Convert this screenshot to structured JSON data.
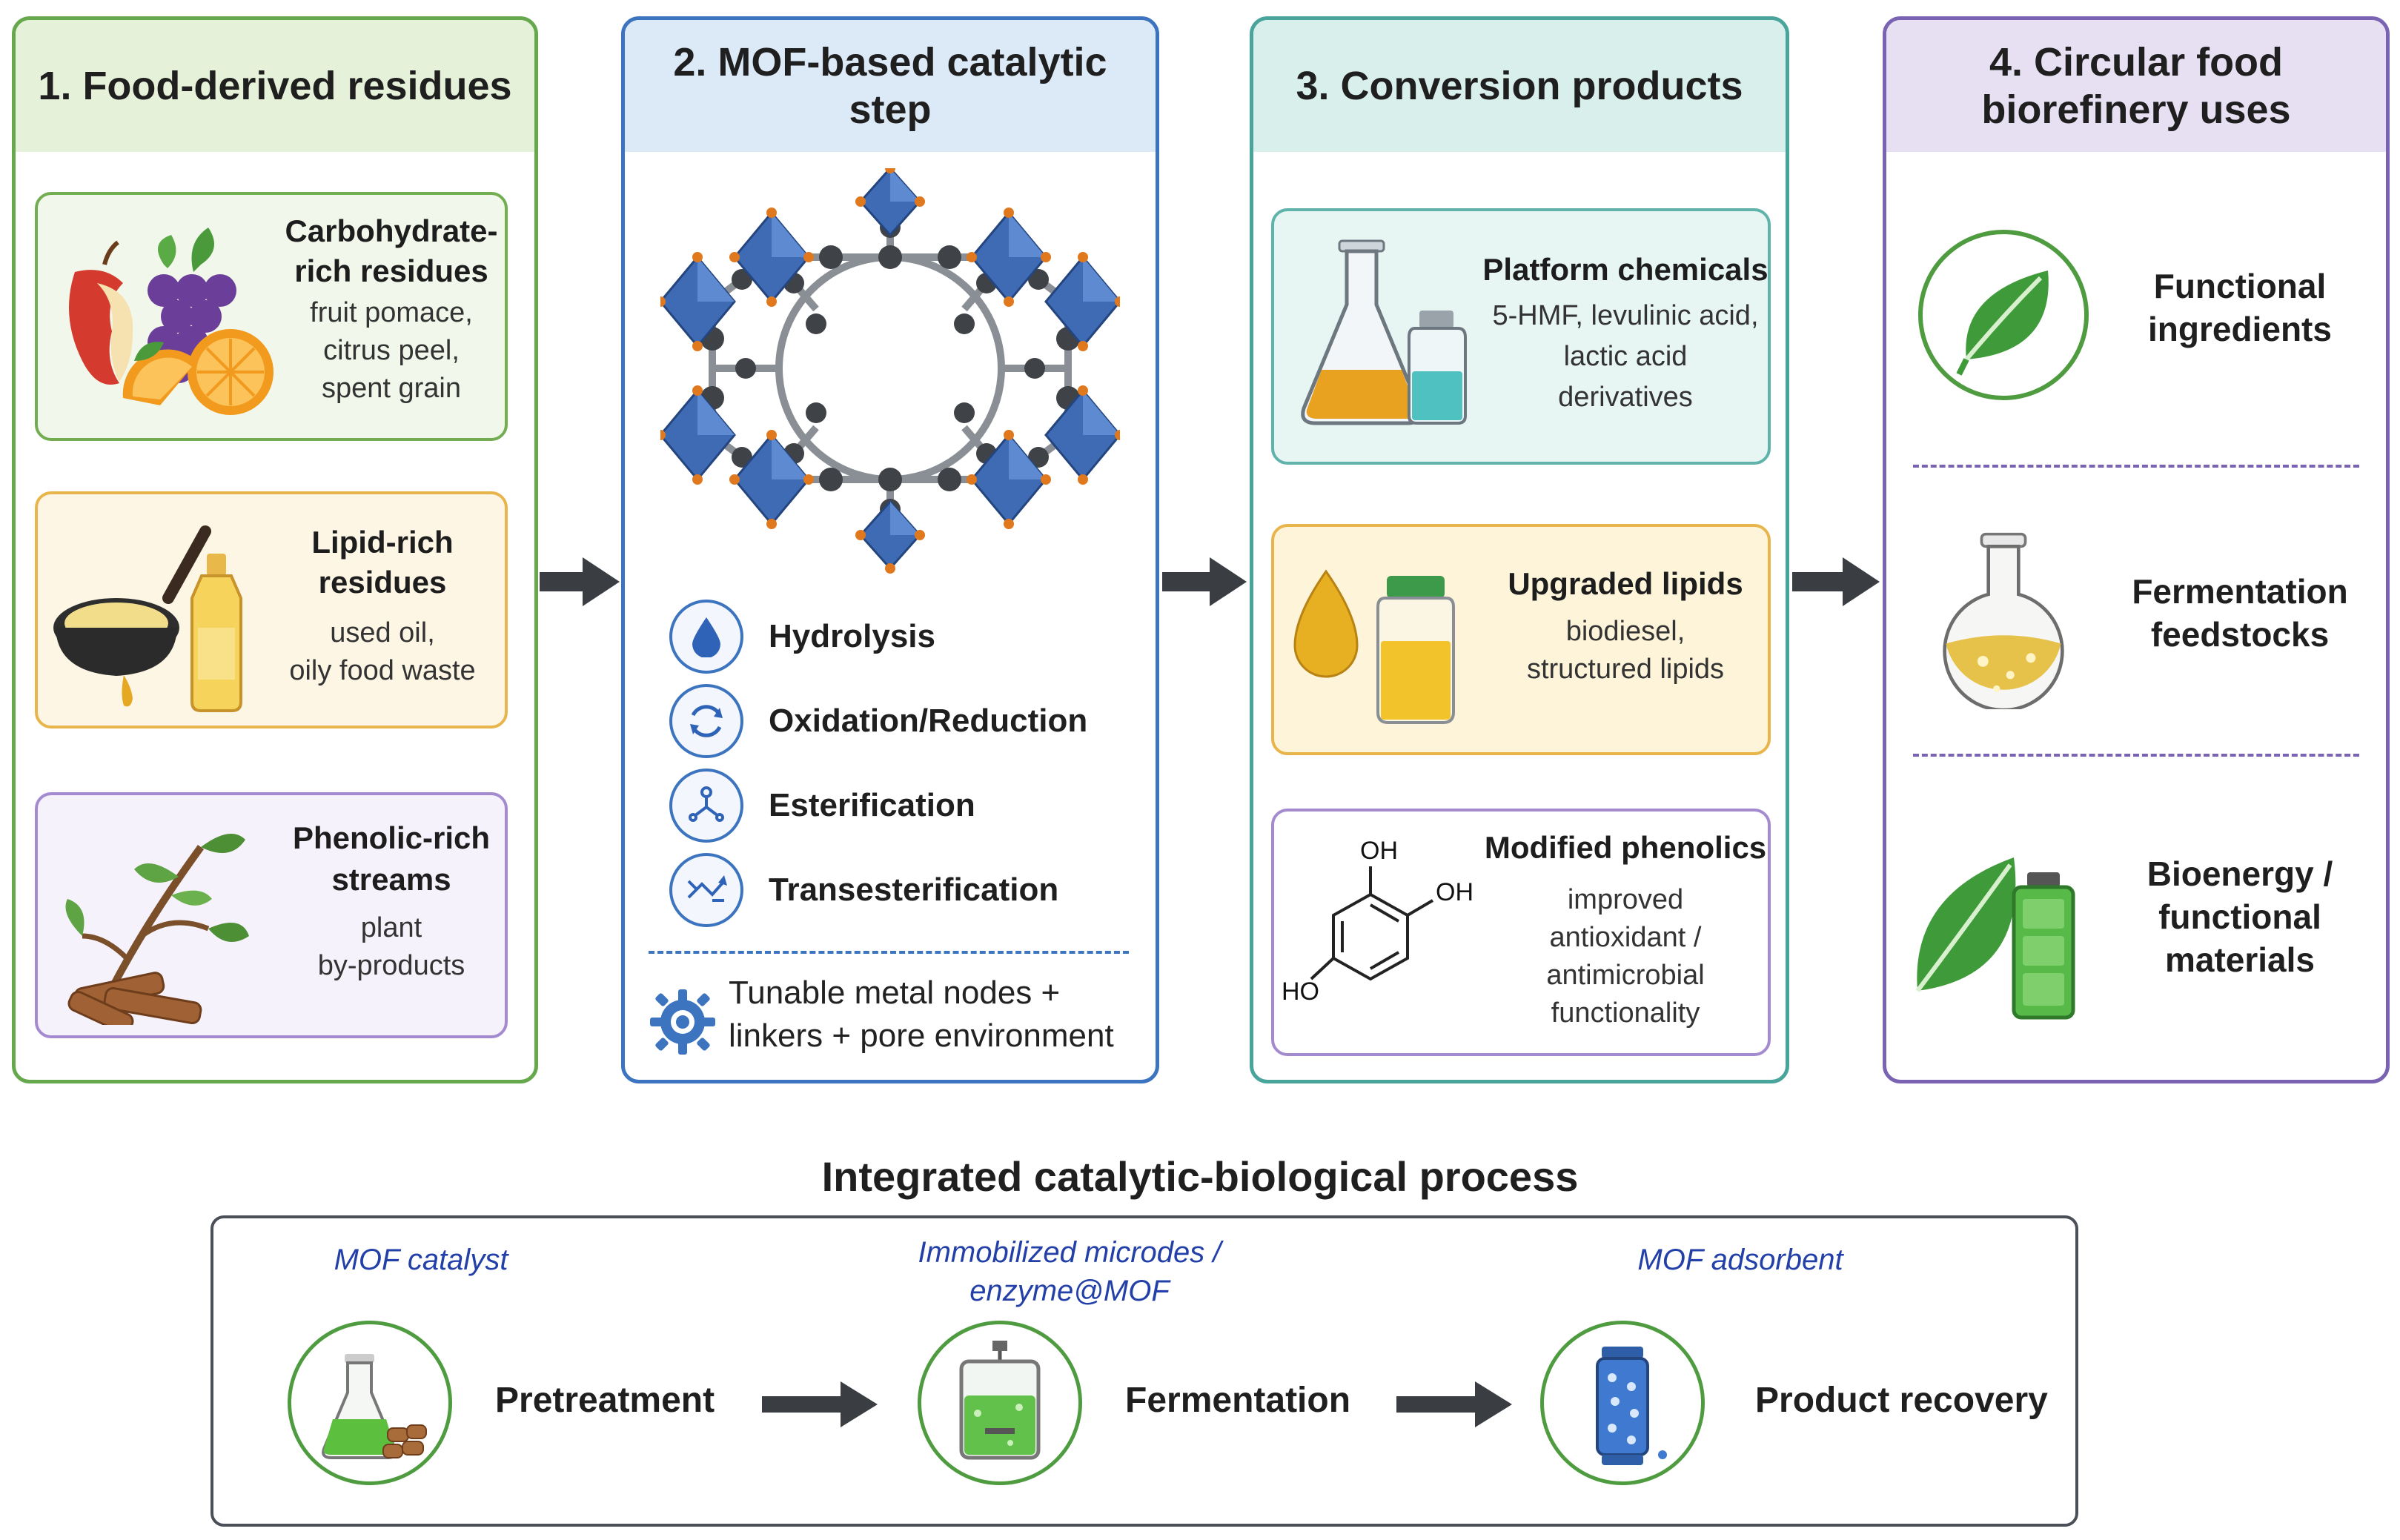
{
  "columns": {
    "c1": {
      "title": "1. Food-derived residues",
      "cards": [
        {
          "title": "Carbohydrate-rich residues",
          "subtitle": [
            "fruit pomace,",
            "citrus peel,",
            "spent grain"
          ]
        },
        {
          "title": "Lipid-rich residues",
          "subtitle": [
            "used oil,",
            "oily food waste"
          ]
        },
        {
          "title": "Phenolic-rich streams",
          "subtitle": [
            "plant",
            "by-products"
          ]
        }
      ]
    },
    "c2": {
      "title": "2. MOF-based catalytic step",
      "mechanisms": [
        "Hydrolysis",
        "Oxidation/Reduction",
        "Esterification",
        "Transesterification"
      ],
      "note": [
        "Tunable metal nodes +",
        "linkers + pore environment"
      ]
    },
    "c3": {
      "title": "3. Conversion products",
      "cards": [
        {
          "title": "Platform chemicals",
          "subtitle": [
            "5-HMF, levulinic acid,",
            "lactic acid",
            "derivatives"
          ]
        },
        {
          "title": "Upgraded lipids",
          "subtitle": [
            "biodiesel,",
            "structured lipids"
          ]
        },
        {
          "title": "Modified phenolics",
          "subtitle": [
            "improved",
            "antioxidant /",
            "antimicrobial",
            "functionality"
          ]
        }
      ],
      "molecule_labels": {
        "oh1": "OH",
        "oh2": "OH",
        "ho": "HO"
      }
    },
    "c4": {
      "title": "4. Circular food biorefinery uses",
      "uses": [
        {
          "label": "Functional ingredients"
        },
        {
          "label": "Fermentation feedstocks"
        },
        {
          "label": "Bioenergy / functional materials"
        }
      ]
    }
  },
  "process": {
    "title": "Integrated catalytic-biological process",
    "steps": [
      {
        "tag": "MOF catalyst",
        "label": "Pretreatment"
      },
      {
        "tag": "Immobilized microdes / enzyme@MOF",
        "label": "Fermentation"
      },
      {
        "tag": "MOF adsorbent",
        "label": "Product recovery"
      }
    ]
  },
  "colors": {
    "green": "#66a84c",
    "blue": "#3d74c0",
    "teal": "#49a49c",
    "purple": "#7b63b4",
    "orange": "#e8a040",
    "arrow": "#3a3d42",
    "italic_blue": "#2340a8"
  }
}
